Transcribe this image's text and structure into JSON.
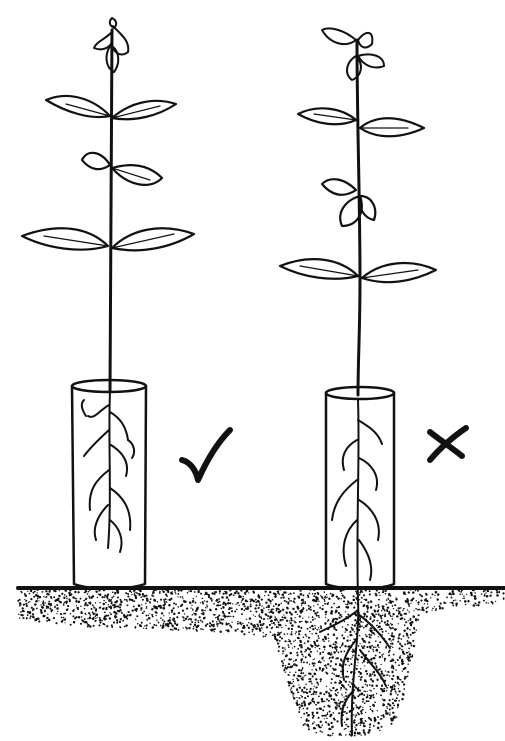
{
  "illustration": {
    "left_panel": {
      "seedling": "seedling",
      "sleeve": "tube",
      "verdict_icon": "check-mark-icon"
    },
    "right_panel": {
      "seedling": "seedling",
      "sleeve": "tube",
      "verdict_icon": "cross-mark-icon"
    },
    "ground": "stippled-soil",
    "colors": {
      "ink": "#111111",
      "paper": "#ffffff"
    }
  }
}
